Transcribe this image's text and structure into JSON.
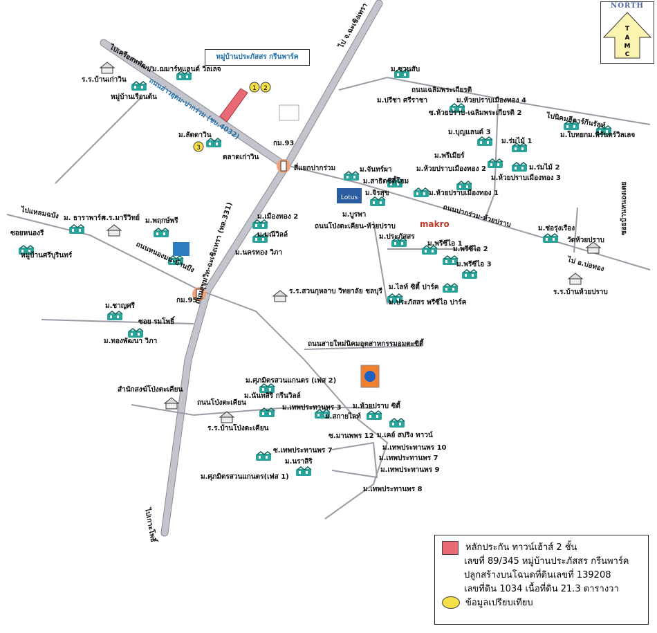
{
  "north": {
    "label": "NORTH",
    "letters": [
      "T",
      "A",
      "M",
      "C"
    ]
  },
  "callout": "หมู่บ้านประภัสสร กรีนพาร์ค",
  "markers": [
    "1",
    "2",
    "3"
  ],
  "labels": {
    "to_kruea": "ไปเครือสหพัฒน์",
    "rr_nongtaewin": "ร.ร.บ้านเก่าวิน",
    "ban_rueamban": "หมู่บ้านเรือนต้น",
    "m_smart": "ม.ฌมาร์ทแลนด์ วิลเลจ",
    "road_blue": "ถนนอ่าวอุดม-ปากร่วม (ชบ.4032)",
    "m_lattawin": "ม.ลัดดาวิน",
    "market": "ตลาดเก่าวิน",
    "km93": "กม.93",
    "intersection": "สี่แยกปากร่วม",
    "to_cha": "ไป จ.ฉะเชิงเทรา",
    "m_chuamsap": "ม.ชวนสับ",
    "road_chaloem": "ถนนเฉลิมพระเกียรติ",
    "m_pritta": "ม.ปรีชา ศรีราชา",
    "m_huaypra4": "ม.ห้วยปราบเมืองทอง 4",
    "soi_huaypra": "ซ.ห้วยปราบ-เฉลิมพระเกียรติ 2",
    "to_nikhom": "ไปนิคมฮีตาร์กีนรัลท์",
    "m_bunyaland3": "ม.บุญแลนด์ 3",
    "m_rommai1": "ม.ร่มไม้ 1",
    "m_premier": "ม.พรีเมียร์",
    "m_baiyok": "ม.ใบหยก",
    "m_pattanasiri": "ม.พิรันตร์วิลเลจ",
    "m_rommai2": "ม.ร่มไม้ 2",
    "m_huaypra3": "ม.ห้วยปราบเมืองทอง 3",
    "m_chanpa": "ม.จันทร์ผา",
    "m_satit": "ม.สาธิตซิตี้โฮม",
    "m_huaypra2": "ม.ห้วยปราบเมืองทอง 2",
    "m_jirasuk": "ม.จิรสุข",
    "m_huaypra1": "ม.ห้วยปราบเมืองทอง 1",
    "lotus": "Lotus",
    "road_pakruam": "ถนนปากร่วม-ห้วยปราบ",
    "m_burapha": "ม.บูรพา",
    "road_pong": "ถนนโป่งตะเคียน-ห้วยปราบ",
    "makro": "makro",
    "m_prasit": "ม.ประภัสสร",
    "m_prichai1": "ม.พรีซีไอ 1",
    "m_prichai2": "ม.พรีซีไอ 2",
    "m_prichai3": "ม.พรีซีไอ 3",
    "m_light": "ม.ไลท์ ซิตี้ ปาร์ค",
    "m_prasitpark": "ม.ประภัสสร พรีซีไอ ปาร์ค",
    "m_chorung": "ม.ช่อรุ่งเรือง",
    "wat_huaypra": "วัดห้วยปราบ",
    "soi_right": "ซอยบ้านหนองเตย",
    "to_bangkhla": "ไป อ.บ่อทอง",
    "rr_huaypra": "ร.ร.บ้านห้วยปราบ",
    "to_bangsaen": "ไปแหลมฉบัง",
    "m_thara": "ม. ธาราพาร์ค",
    "rr_mariwit": "ร.ร.มารีวิทย์",
    "m_pruksa": "ม.พฤกษ์พรี",
    "soi_nongri": "ซอยหนองรี",
    "ban_sirin": "หมู่บ้านศรีบุรินทร์",
    "road_nongmon": "ถนนหนองมน-บ้านบึง",
    "m_muangthong2": "ม.เมืองทอง 2",
    "m_witwillage": "ม.มณีวิลล์",
    "m_nakhon": "ม.นครทอง วิภา",
    "road_main": "ถนนสุขุมวิท-ฉะเชิงเทรา (ทล.331)",
    "rr_suan": "ร.ร.สวนกุหลาบ วิทยาลัย ชลบุรี",
    "km95": "กม.95",
    "m_chalemsri": "ม.ชาญศรี",
    "soi_rungrot": "ซอย รมโพธิ์",
    "m_thongpat": "ม.ทองพัฒนา วิภา",
    "road_tech": "ถนนสายใหม่นิคมอุตสาหกรรมอมตะซิตี้",
    "samnak": "สำนักสงฆ์โป่งตะเคียน",
    "m_suphanmit2": "ม.ศุภมิตรสวนแกนตร (เฟส 2)",
    "road_pongtakhian": "ถนนโป่งตะเคียน",
    "m_nanthasiri": "ม.นันทสิริ กรีนวิลล์",
    "m_thep3": "ม.เทพประทานพร 3",
    "m_huaypra_city": "ม.ห้วยปราบ ซิตี้",
    "m_sky": "ม.สกายไลท์",
    "rr_pong": "ร.ร.บ้านโป่งตะเคียน",
    "soi_manophon": "ซ.มานพพร 12",
    "m_kp": "ม.เคย์ สปริง ทาวน์",
    "m_thep10": "ม.เทพประทานพร 10",
    "m_thep7a": "ซ.เทพประทานพร 7",
    "m_thep7": "ม.เทพประทานพร 7",
    "m_narasiri": "ม.นราสิริ",
    "m_thep9": "ม.เทพประทานพร 9",
    "m_suphanmit1": "ม.ศุภมิตรสวนแกนตร(เฟส 1)",
    "m_thep8": "ม.เทพประทานพร 8",
    "to_bottom": "ไปเกาะโพธิ์"
  },
  "legend": {
    "line1": "หลักประกัน ทาวน์เฮ้าส์ 2 ชั้น",
    "line2": "เลขที่ 89/345 หมู่บ้านประภัสสร กรีนพาร์ค",
    "line3": "ปลูกสร้างบนโฉนดที่ดินเลขที่ 139208",
    "line4": "เลขที่ดิน 1034 เนื้อที่ดิน 21.3 ตารางวา",
    "line5": "ข้อมูลเปรียบเทียบ"
  },
  "colors": {
    "subject": "#e86a76",
    "comparable": "#f5e04a",
    "road": "#c4c4cc",
    "house": "#2aa39a"
  }
}
